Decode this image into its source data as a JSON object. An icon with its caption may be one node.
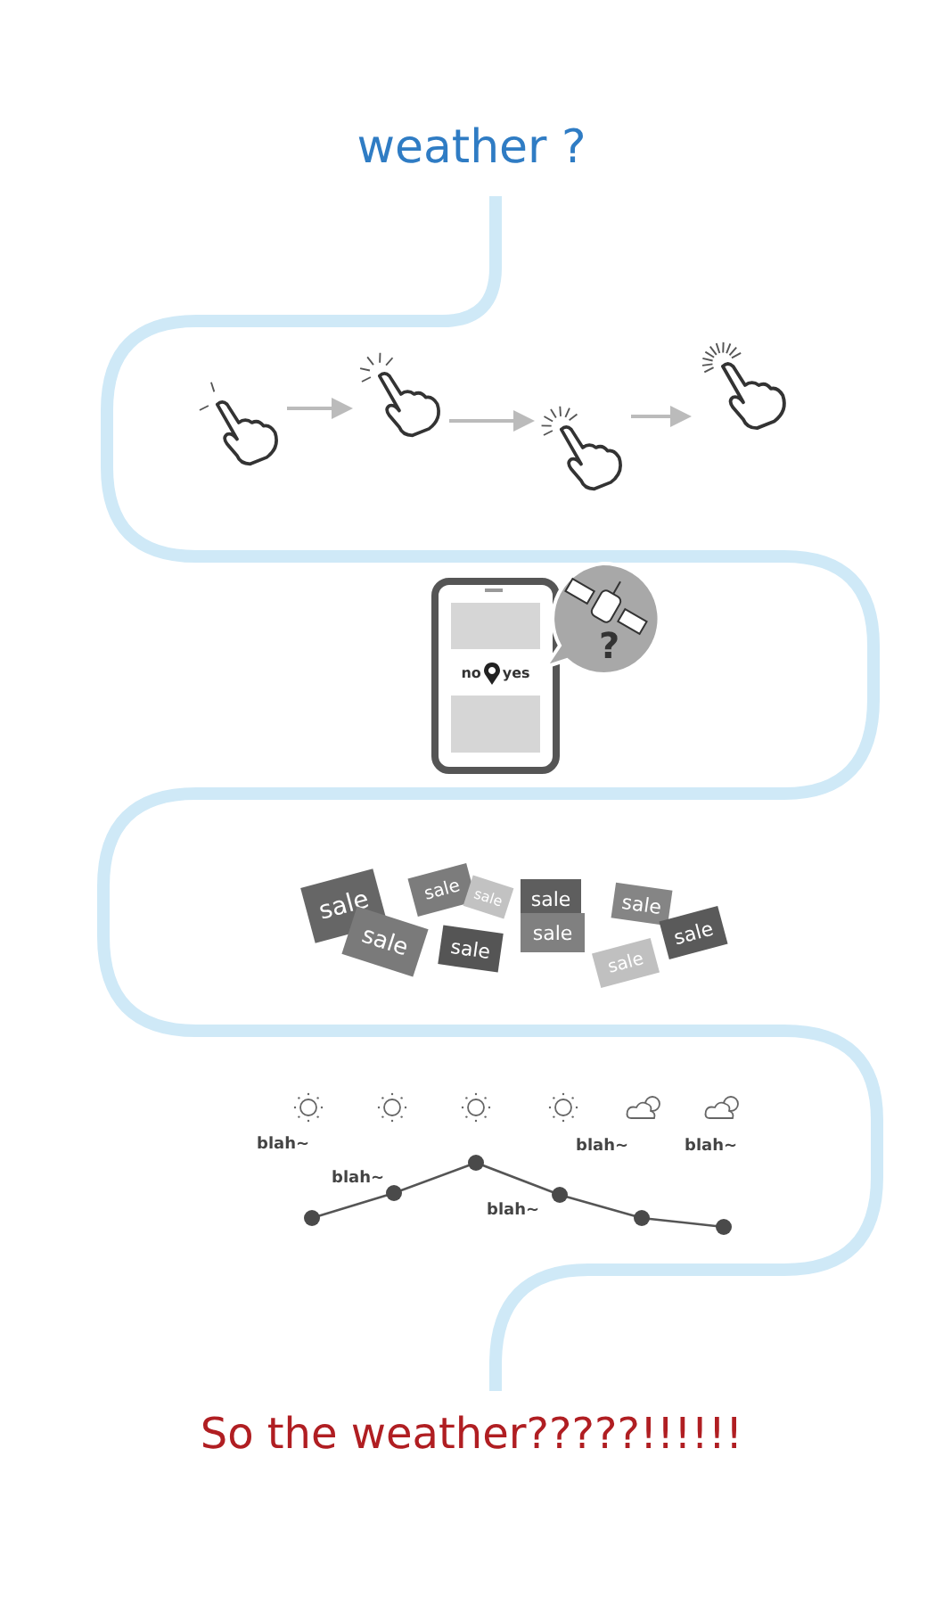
{
  "diagram": {
    "title": "weather ?",
    "caption": "So the weather?????!!!!!!",
    "nodes": [
      {
        "text": [],
        "shape": "picture"
      },
      {
        "text": [],
        "shape": "picture"
      },
      {
        "text": [],
        "shape": "picture"
      },
      {
        "text": [],
        "shape": "picture"
      }
    ],
    "edges": [
      {
        "from": 0,
        "to": 1,
        "arrow": "to",
        "color": "#bbbbbb"
      },
      {
        "from": 1,
        "to": 2,
        "arrow": "to",
        "color": "#bbbbbb"
      },
      {
        "from": 2,
        "to": 3,
        "arrow": "to",
        "color": "#bbbbbb"
      }
    ],
    "labels": [
      "no",
      "yes",
      "?",
      "sale",
      "sale",
      "sale",
      "sale",
      "sale",
      "sale",
      "sale",
      "sale",
      "sale",
      "sale",
      "blah~",
      "blah~",
      "blah~",
      "blah~",
      "blah~"
    ]
  }
}
